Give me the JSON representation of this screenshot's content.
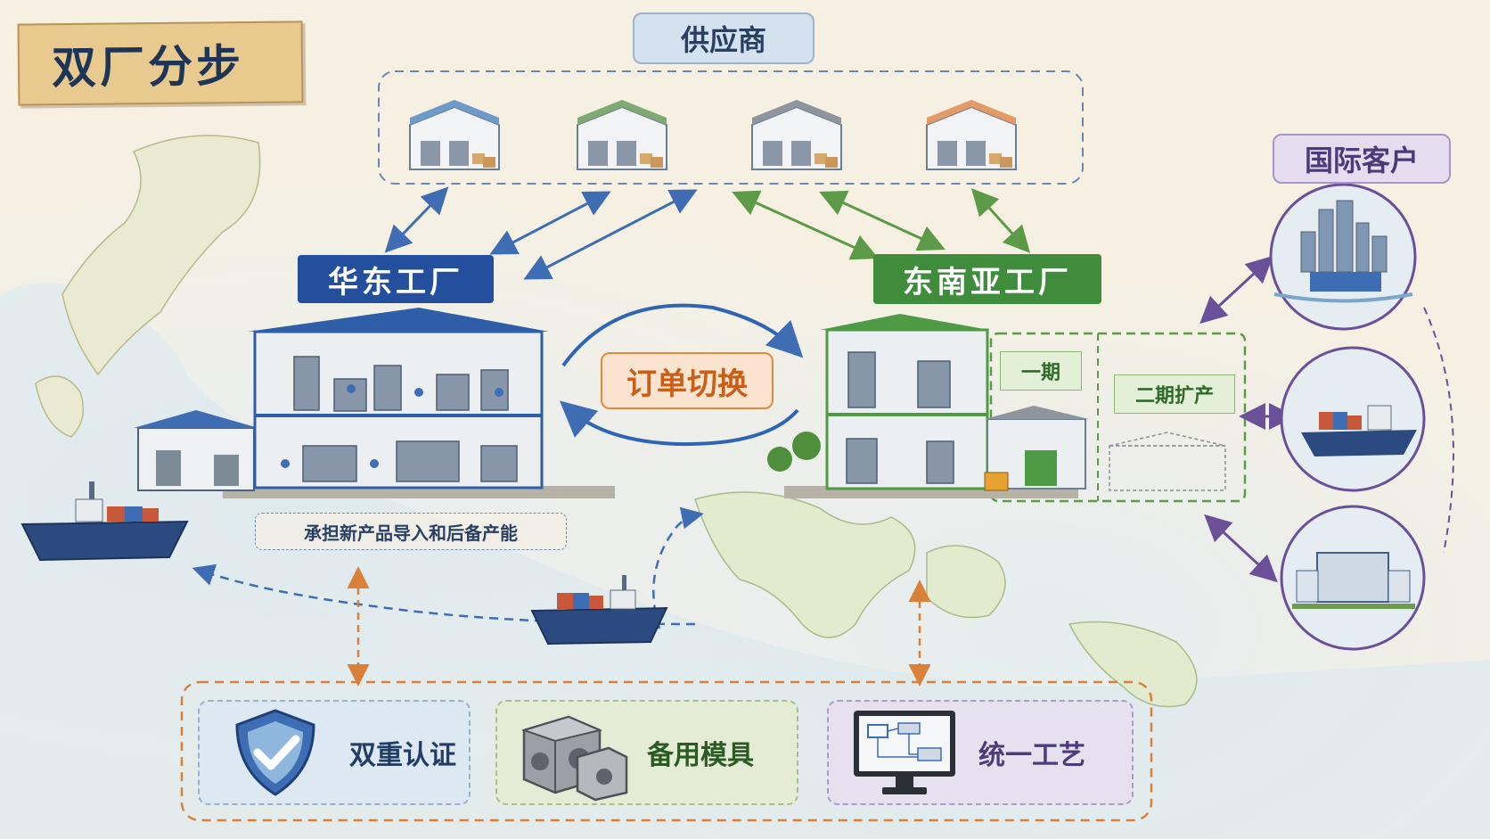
{
  "title": "双厂分步",
  "suppliers": {
    "label": "供应商",
    "count": 4
  },
  "east_factory": {
    "label": "华东工厂",
    "note": "承担新产品导入和后备产能"
  },
  "southeast_factory": {
    "label": "东南亚工厂",
    "phase1": "一期",
    "phase2": "二期扩产"
  },
  "order_switch": {
    "label": "订单切换"
  },
  "customers": {
    "label": "国际客户"
  },
  "features": [
    {
      "label": "双重认证",
      "icon": "shield-check-icon"
    },
    {
      "label": "备用模具",
      "icon": "mold-block-icon"
    },
    {
      "label": "统一工艺",
      "icon": "monitor-process-icon"
    }
  ],
  "colors": {
    "east": "#234f9c",
    "southeast": "#3f8c3d",
    "switch": "#e08a3e",
    "customers": "#6a4f99"
  }
}
